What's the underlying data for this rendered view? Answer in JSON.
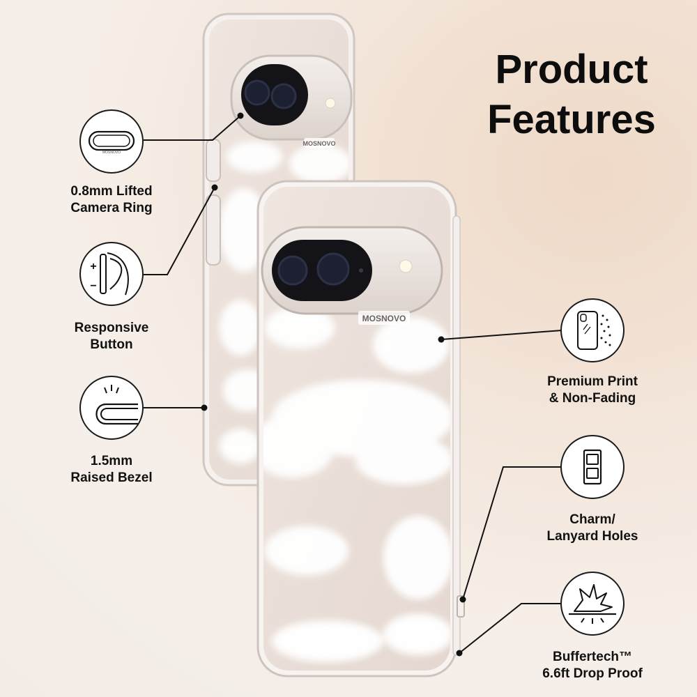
{
  "title": {
    "line1": "Product",
    "line2": "Features"
  },
  "brand": "MOSNOVO",
  "ring_brand": "MOSNOVO",
  "features": {
    "camera_ring": {
      "line1": "0.8mm Lifted",
      "line2": "Camera Ring",
      "icon": "camera-ring-icon"
    },
    "button": {
      "line1": "Responsive",
      "line2": "Button",
      "icon": "button-press-icon",
      "plus": "+",
      "minus": "−"
    },
    "bezel": {
      "line1": "1.5mm",
      "line2": "Raised Bezel",
      "icon": "raised-bezel-icon"
    },
    "print": {
      "line1": "Premium Print",
      "line2": "& Non-Fading",
      "icon": "phone-print-icon"
    },
    "holes": {
      "line1": "Charm/",
      "line2": "Lanyard Holes",
      "icon": "lanyard-holes-icon"
    },
    "drop": {
      "line1": "Buffertech™",
      "line2": "6.6ft Drop Proof",
      "icon": "drop-impact-icon"
    }
  },
  "colors": {
    "text": "#0d0d0d",
    "case": "#e9dcd4",
    "camera": "#141418",
    "background": "#f3e6db"
  }
}
